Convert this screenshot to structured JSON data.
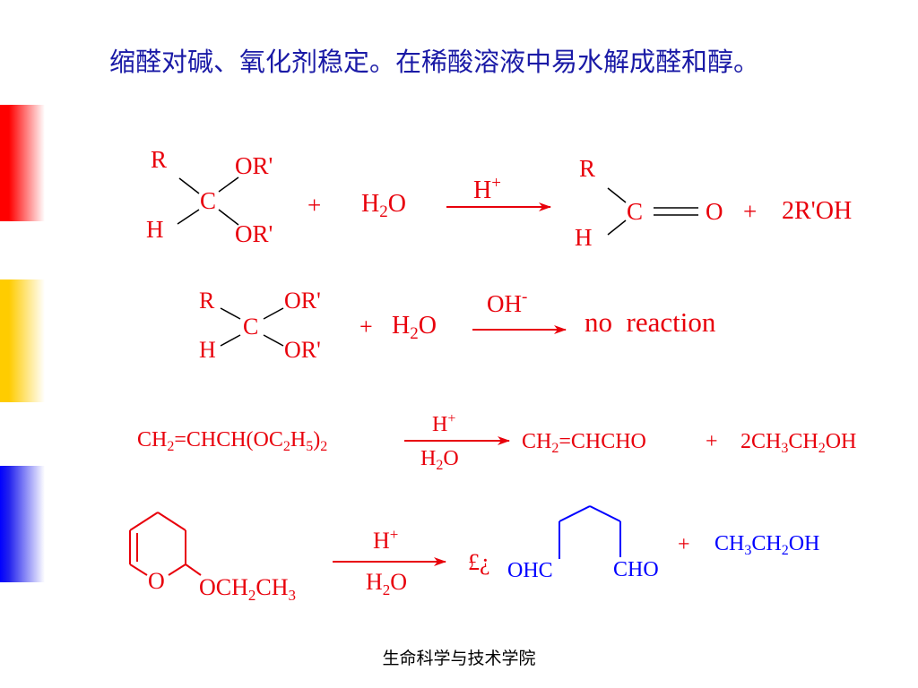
{
  "slide": {
    "title": "缩醛对碱、氧化剂稳定。在稀酸溶液中易水解成醛和醇。",
    "footer": "生命科学与技术学院"
  },
  "colors": {
    "title": "#1a1aa6",
    "reaction_text": "#e8000b",
    "product_text": "#0000ff",
    "bar_red": "#ff0000",
    "bar_yellow": "#ffcc00",
    "bar_blue": "#0000ff"
  },
  "reaction1": {
    "r": "R",
    "h": "H",
    "c": "C",
    "or_top": "OR'",
    "or_bottom": "OR'",
    "plus": "+",
    "water": "H2O",
    "catalyst": "H+",
    "prod_r": "R",
    "prod_h": "H",
    "prod_c": "C",
    "prod_o": "O",
    "plus2": "+",
    "byproduct": "2R'OH"
  },
  "reaction2": {
    "r": "R",
    "h": "H",
    "c": "C",
    "or_top": "OR'",
    "or_bottom": "OR'",
    "plus": "+",
    "water": "H2O",
    "catalyst": "OH-",
    "result": "no  reaction"
  },
  "reaction3": {
    "reactant": "CH2=CHCH(OC2H5)2",
    "catalyst_top": "H+",
    "catalyst_bottom": "H2O",
    "product": "CH2=CHCHO",
    "plus": "+",
    "byproduct": "2CH3CH2OH"
  },
  "reaction4": {
    "ring_o": "O",
    "substituent": "OCH2CH3",
    "catalyst_top": "H+",
    "catalyst_bottom": "H2O",
    "stray_glyph": "£¿",
    "prod_left": "OHC",
    "prod_right": "CHO",
    "plus": "+",
    "byproduct": "CH3CH2OH"
  }
}
